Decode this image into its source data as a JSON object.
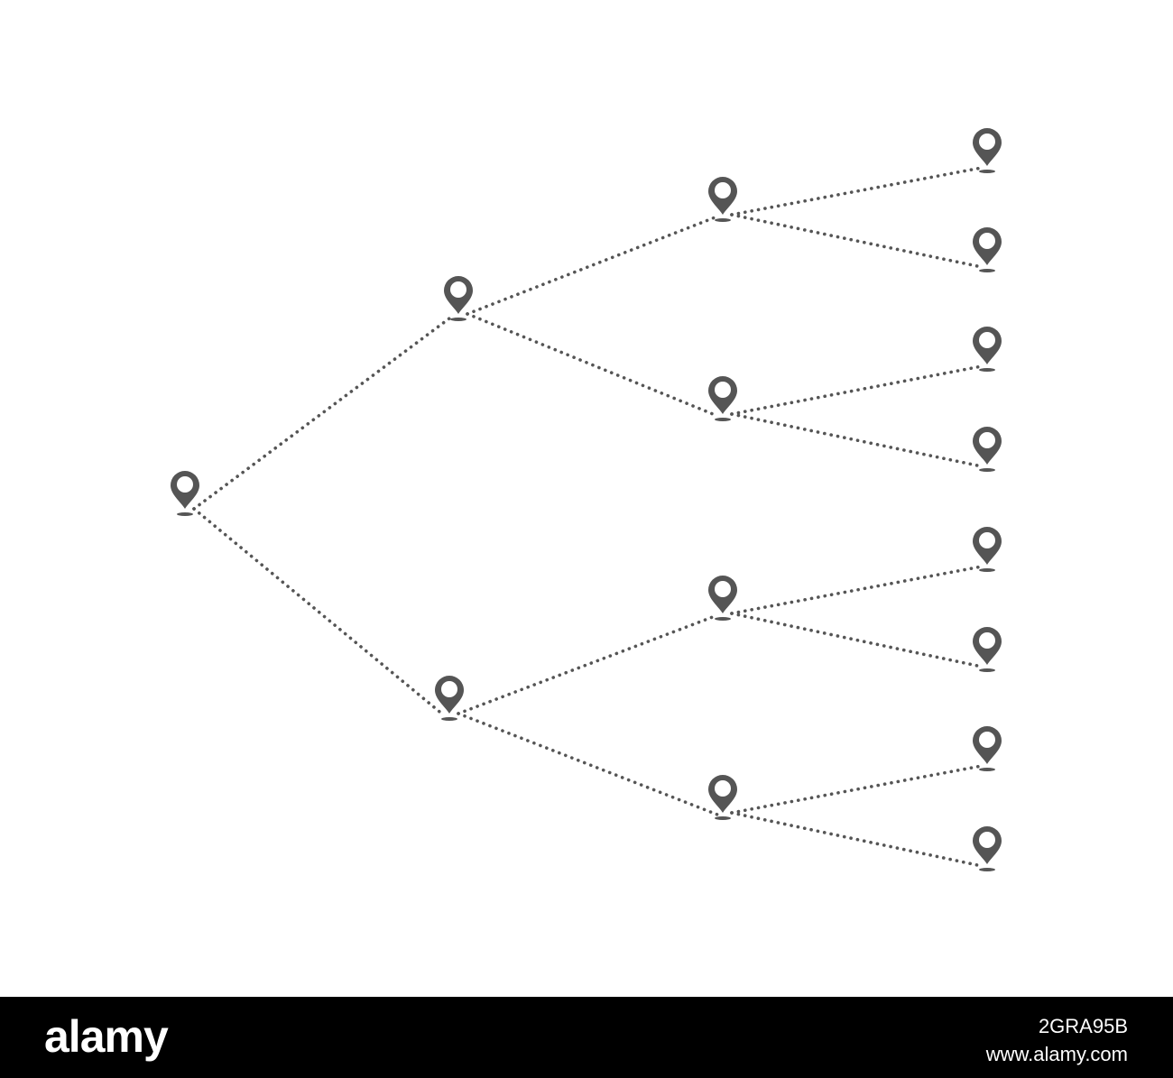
{
  "diagram": {
    "type": "tree",
    "colors": {
      "pin": "#555555",
      "edge": "#555555",
      "background": "#ffffff"
    },
    "icon": "map-pin-icon",
    "nodes": [
      {
        "id": "root",
        "level": 0
      },
      {
        "id": "a",
        "level": 1,
        "parent": "root"
      },
      {
        "id": "b",
        "level": 1,
        "parent": "root"
      },
      {
        "id": "a1",
        "level": 2,
        "parent": "a"
      },
      {
        "id": "a2",
        "level": 2,
        "parent": "a"
      },
      {
        "id": "b1",
        "level": 2,
        "parent": "b"
      },
      {
        "id": "b2",
        "level": 2,
        "parent": "b"
      },
      {
        "id": "a1x",
        "level": 3,
        "parent": "a1"
      },
      {
        "id": "a1y",
        "level": 3,
        "parent": "a1"
      },
      {
        "id": "a2x",
        "level": 3,
        "parent": "a2"
      },
      {
        "id": "a2y",
        "level": 3,
        "parent": "a2"
      },
      {
        "id": "b1x",
        "level": 3,
        "parent": "b1"
      },
      {
        "id": "b1y",
        "level": 3,
        "parent": "b1"
      },
      {
        "id": "b2x",
        "level": 3,
        "parent": "b2"
      },
      {
        "id": "b2y",
        "level": 3,
        "parent": "b2"
      }
    ]
  },
  "footer": {
    "brand": "alamy",
    "image_id": "2GRA95B",
    "site": "www.alamy.com",
    "background": "#000000",
    "text_color": "#ffffff"
  }
}
